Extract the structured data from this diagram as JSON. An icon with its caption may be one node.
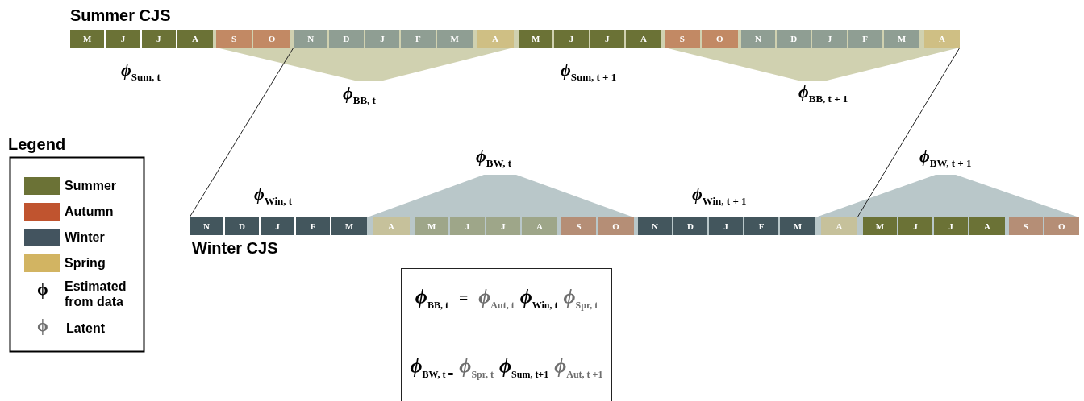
{
  "diagram": {
    "nodes": [
      {
        "text": [
          "M"
        ]
      },
      {
        "text": [
          "J"
        ]
      },
      {
        "text": [
          "J"
        ]
      },
      {
        "text": [
          "A"
        ]
      },
      {
        "text": [
          "S"
        ]
      },
      {
        "text": [
          "O"
        ]
      },
      {
        "text": [
          "N"
        ]
      },
      {
        "text": [
          "D"
        ]
      },
      {
        "text": [
          "J"
        ]
      },
      {
        "text": [
          "F"
        ]
      },
      {
        "text": [
          "M"
        ]
      },
      {
        "text": [
          "A"
        ]
      },
      {
        "text": [
          "M"
        ]
      },
      {
        "text": [
          "J"
        ]
      },
      {
        "text": [
          "J"
        ]
      },
      {
        "text": [
          "A"
        ]
      },
      {
        "text": [
          "S"
        ]
      },
      {
        "text": [
          "O"
        ]
      },
      {
        "text": [
          "N"
        ]
      },
      {
        "text": [
          "D"
        ]
      },
      {
        "text": [
          "J"
        ]
      },
      {
        "text": [
          "F"
        ]
      },
      {
        "text": [
          "M"
        ]
      },
      {
        "text": [
          "A"
        ]
      },
      {
        "text": [
          "N"
        ]
      },
      {
        "text": [
          "D"
        ]
      },
      {
        "text": [
          "J"
        ]
      },
      {
        "text": [
          "F"
        ]
      },
      {
        "text": [
          "M"
        ]
      },
      {
        "text": [
          "A"
        ]
      },
      {
        "text": [
          "M"
        ]
      },
      {
        "text": [
          "J"
        ]
      },
      {
        "text": [
          "J"
        ]
      },
      {
        "text": [
          "A"
        ]
      },
      {
        "text": [
          "S"
        ]
      },
      {
        "text": [
          "O"
        ]
      },
      {
        "text": [
          "N"
        ]
      },
      {
        "text": [
          "D"
        ]
      },
      {
        "text": [
          "J"
        ]
      },
      {
        "text": [
          "F"
        ]
      },
      {
        "text": [
          "M"
        ]
      },
      {
        "text": [
          "A"
        ]
      },
      {
        "text": [
          "M"
        ]
      },
      {
        "text": [
          "J"
        ]
      },
      {
        "text": [
          "J"
        ]
      },
      {
        "text": [
          "A"
        ]
      },
      {
        "text": [
          "S"
        ]
      },
      {
        "text": [
          "O"
        ]
      },
      {
        "text": [
          "*ϕ*$_{BB, t}$",
          "=",
          "*ϕ*$_{Aut, t}$",
          "*ϕ*$_{Win, t}$",
          "*ϕ*$_{Spr, t}$",
          "*ϕ*$_{BW, t =}$",
          "*ϕ*$_{Spr, t}$",
          "*ϕ*$_{Sum, t+1}$",
          "*ϕ*$_{Aut, t +1}$"
        ]
      }
    ],
    "edges": [
      {
        "from": 6,
        "to": 24,
        "arrow": "none"
      },
      {
        "from": 23,
        "to": 41,
        "arrow": "none"
      }
    ],
    "labels": [
      "Summer CJS",
      "*ϕ*$_{Sum, t}$",
      "*ϕ*$_{BB, t}$",
      "*ϕ*$_{Sum, t + 1}$",
      "*ϕ*$_{BB, t + 1}$",
      "Legend",
      "*ϕ*$_{BW, t}$",
      "*ϕ*$_{BW, t + 1}$",
      "*ϕ*$_{Win, t}$",
      "*ϕ*$_{Win, t + 1}$",
      "ϕ",
      "ϕ",
      "Winter CJS"
    ],
    "legend": [
      {
        "text": "Summer",
        "color": "#6b7236"
      },
      {
        "text": "Autumn",
        "color": "#c0542f"
      },
      {
        "text": "Winter",
        "color": "#43545f"
      },
      {
        "text": "Spring",
        "color": "#d2b462"
      },
      {
        "text": "Estimated from data"
      },
      {
        "text": "Latent"
      }
    ]
  }
}
